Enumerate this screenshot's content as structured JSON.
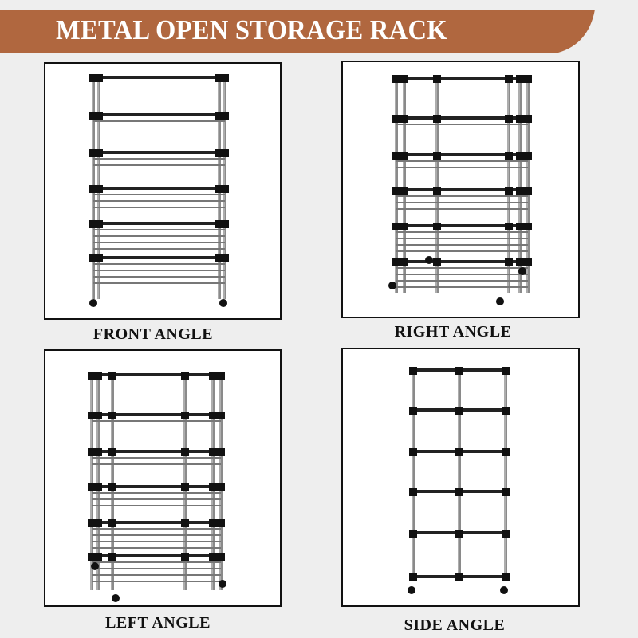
{
  "header": {
    "title": "METAL OPEN STORAGE RACK",
    "color": "#b0673f"
  },
  "views": [
    {
      "label": "FRONT ANGLE",
      "image": "rack-front-view"
    },
    {
      "label": "RIGHT ANGLE",
      "image": "rack-right-view"
    },
    {
      "label": "LEFT ANGLE",
      "image": "rack-left-view"
    },
    {
      "label": "SIDE ANGLE",
      "image": "rack-side-view"
    }
  ]
}
